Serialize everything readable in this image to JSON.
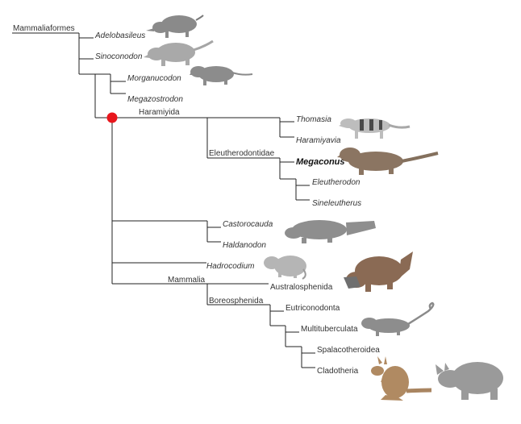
{
  "diagram": {
    "type": "phylogenetic-cladogram",
    "node_marker_color": "#e8161c",
    "line_color": "#222222",
    "labels": {
      "mammaliaformes": "Mammaliaformes",
      "adelobasileus": "Adelobasileus",
      "sinoconodon": "Sinoconodon",
      "morganucodon": "Morganucodon",
      "megazostrodon": "Megazostrodon",
      "haramiyida": "Haramiyida",
      "thomasia": "Thomasia",
      "haramiyavia": "Haramiyavia",
      "eleutherodontidae": "Eleutherodontidae",
      "megaconus": "Megaconus",
      "eleutherodon": "Eleutherodon",
      "sineleutherus": "Sineleutherus",
      "castorocauda": "Castorocauda",
      "haldanodon": "Haldanodon",
      "hadrocodium": "Hadrocodium",
      "mammalia": "Mammalia",
      "australosphenida": "Australosphenida",
      "boreosphenida": "Boreosphenida",
      "eutriconodonta": "Eutriconodonta",
      "multituberculata": "Multituberculata",
      "spalacotheroidea": "Spalacotheroidea",
      "cladotheria": "Cladotheria"
    },
    "illustrations": [
      {
        "name": "adelobasileus-illustration",
        "color": "#8a8a8a"
      },
      {
        "name": "sinoconodon-illustration",
        "color": "#a9a9a9"
      },
      {
        "name": "morganucodon-illustration",
        "color": "#8c8c8c"
      },
      {
        "name": "thomasia-illustration",
        "color": "#bdbdbd"
      },
      {
        "name": "megaconus-illustration",
        "color": "#8b7562"
      },
      {
        "name": "castorocauda-illustration",
        "color": "#8e8e8e"
      },
      {
        "name": "hadrocodium-illustration",
        "color": "#b5b5b5"
      },
      {
        "name": "platypus-illustration",
        "color": "#8a6a54"
      },
      {
        "name": "multituberculate-illustration",
        "color": "#8d8d8d"
      },
      {
        "name": "kangaroo-illustration",
        "color": "#b08a62"
      },
      {
        "name": "rhinoceros-illustration",
        "color": "#9a9a9a"
      }
    ]
  }
}
